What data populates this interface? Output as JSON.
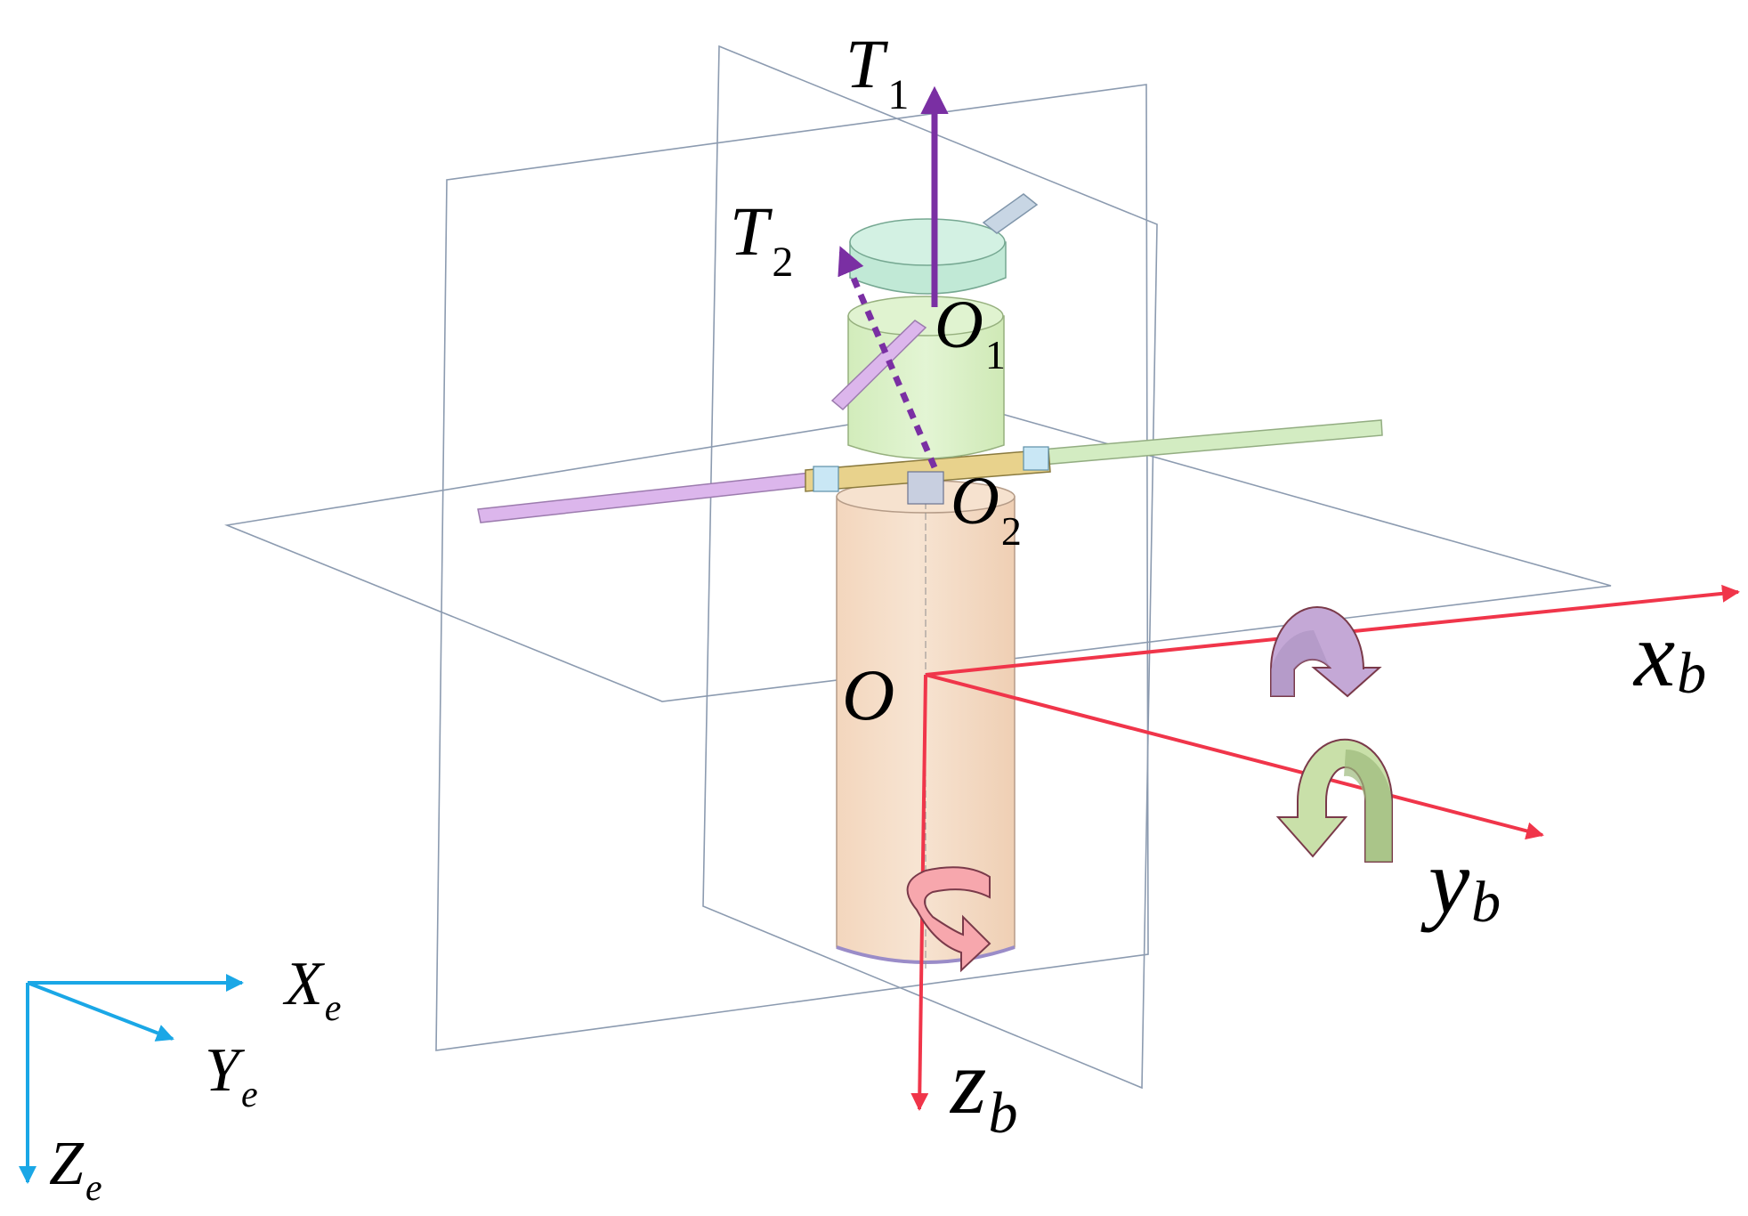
{
  "colors": {
    "body_axes": "#f0354a",
    "earth_axes": "#1aa7e6",
    "thrust": "#7a2fa3",
    "plane_lines": "#8c9bb0",
    "fuselage": "#f4dcc6",
    "upper_rotor_housing": "#d6efc0",
    "top_disc": "#c7eedc",
    "purple_arm": "#dcb6ec",
    "green_arm": "#d3ecc2"
  },
  "labels": {
    "T1": {
      "main": "T",
      "sub": "1"
    },
    "T2": {
      "main": "T",
      "sub": "2"
    },
    "O1": {
      "main": "O",
      "sub": "1"
    },
    "O2": {
      "main": "O",
      "sub": "2"
    },
    "O": {
      "main": "O"
    },
    "xb": {
      "main": "x",
      "sub": "b"
    },
    "yb": {
      "main": "y",
      "sub": "b"
    },
    "zb": {
      "main": "z",
      "sub": "b"
    },
    "Xe": {
      "main": "X",
      "sub": "e"
    },
    "Ye": {
      "main": "Y",
      "sub": "e"
    },
    "Ze": {
      "main": "Z",
      "sub": "e"
    }
  },
  "icons": {
    "roll": "curved-arrow-icon",
    "pitch": "curved-arrow-icon",
    "yaw": "curved-arrow-icon"
  }
}
